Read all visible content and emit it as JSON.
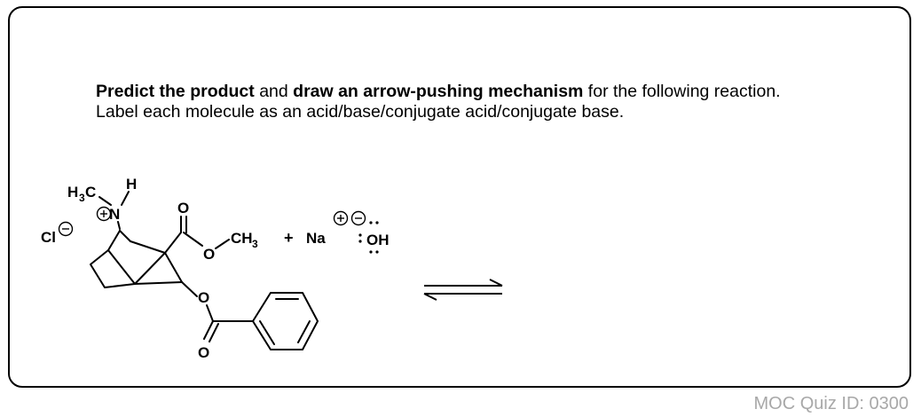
{
  "instructions": {
    "line1_bold_a": "Predict the product",
    "line1_mid": " and ",
    "line1_bold_b": "draw an arrow-pushing mechanism",
    "line1_end": " for the following reaction.",
    "line2": "Label each molecule as an acid/base/conjugate acid/conjugate base."
  },
  "reactant1": {
    "counterion": "Cl",
    "n_methyl_label_h": "H",
    "n_methyl_label_sub": "3",
    "n_methyl_label_c": "C",
    "n_label": "N",
    "nh_label": "H",
    "carbonyl_o": "O",
    "ester_o": "O",
    "ester_methyl_c": "CH",
    "ester_methyl_sub": "3",
    "benzoate_o": "O",
    "benzoate_carbonyl_o": "O"
  },
  "plus_sign": "+",
  "reactant2": {
    "cation": "Na",
    "anion": "OH"
  },
  "footer": {
    "quiz_id": "MOC Quiz ID: 0300"
  }
}
